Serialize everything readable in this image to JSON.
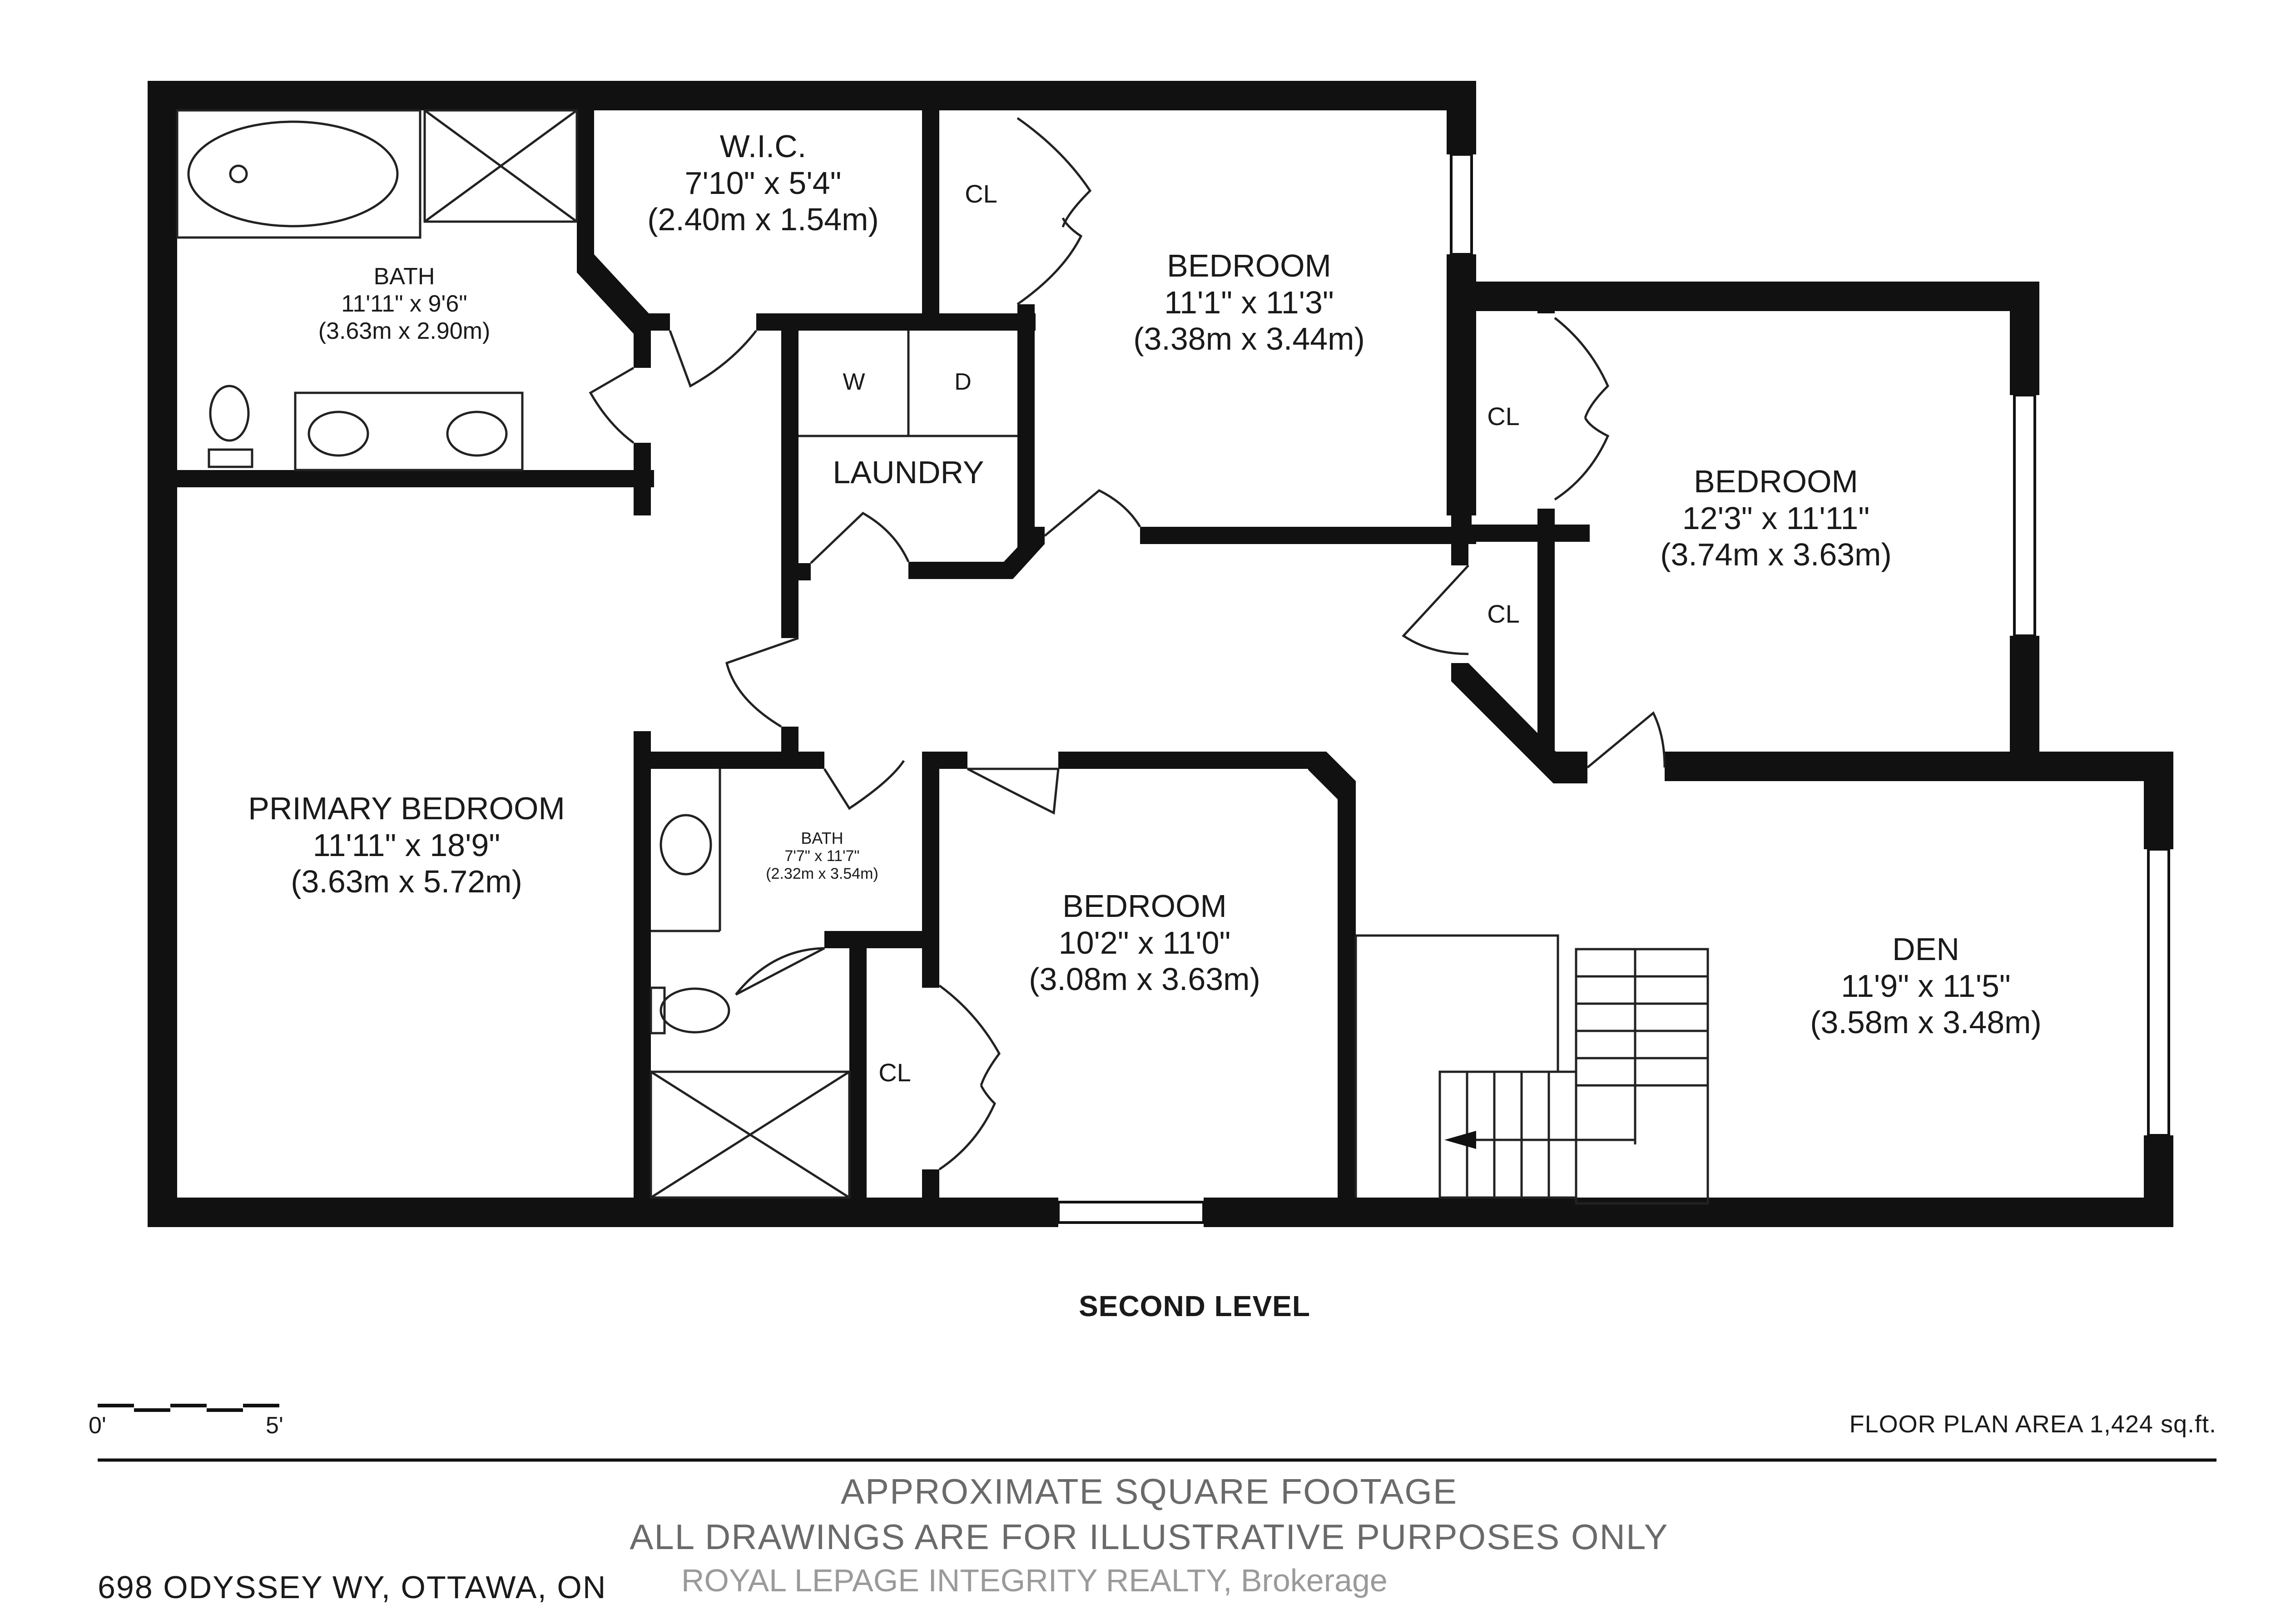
{
  "rooms": {
    "bath_main": {
      "name": "BATH",
      "dim_imperial": "11'11\" x 9'6\"",
      "dim_metric": "(3.63m x 2.90m)"
    },
    "wic": {
      "name": "W.I.C.",
      "dim_imperial": "7'10\" x 5'4\"",
      "dim_metric": "(2.40m x 1.54m)"
    },
    "bedroom_top": {
      "name": "BEDROOM",
      "dim_imperial": "11'1\" x 11'3\"",
      "dim_metric": "(3.38m x 3.44m)"
    },
    "bedroom_right": {
      "name": "BEDROOM",
      "dim_imperial": "12'3\" x 11'11\"",
      "dim_metric": "(3.74m x 3.63m)"
    },
    "laundry": {
      "name": "LAUNDRY",
      "washer": "W",
      "dryer": "D"
    },
    "primary_bedroom": {
      "name": "PRIMARY BEDROOM",
      "dim_imperial": "11'11\" x 18'9\"",
      "dim_metric": "(3.63m x 5.72m)"
    },
    "bath_small": {
      "name": "BATH",
      "dim_imperial": "7'7\" x 11'7\"",
      "dim_metric": "(2.32m x 3.54m)"
    },
    "bedroom_bottom": {
      "name": "BEDROOM",
      "dim_imperial": "10'2\" x 11'0\"",
      "dim_metric": "(3.08m x 3.63m)"
    },
    "den": {
      "name": "DEN",
      "dim_imperial": "11'9\" x 11'5\"",
      "dim_metric": "(3.58m x 3.48m)"
    }
  },
  "closet_label": "CL",
  "level_title": "SECOND LEVEL",
  "scale": {
    "start": "0'",
    "end": "5'"
  },
  "floor_plan_area": "FLOOR PLAN AREA 1,424 sq.ft.",
  "disclaimer_1": "APPROXIMATE SQUARE FOOTAGE",
  "disclaimer_2": "ALL DRAWINGS ARE FOR ILLUSTRATIVE PURPOSES ONLY",
  "address": "698 ODYSSEY WY, OTTAWA, ON",
  "brokerage": "ROYAL LEPAGE INTEGRITY REALTY, Brokerage",
  "colors": {
    "wall": "#111111",
    "text": "#1a1a1a",
    "footer_text": "#6a6a6a",
    "brokerage_text": "#9a9a9a"
  }
}
